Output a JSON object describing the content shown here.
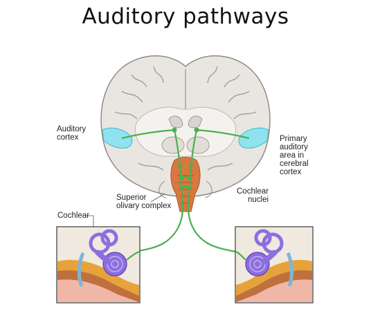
{
  "title": "Auditory pathways",
  "labels": {
    "auditory_cortex": "Auditory\ncortex",
    "primary_area": "Primary\nauditory\narea in\ncerebral\ncortex",
    "superior_olivary": "Superior\nolivary complex",
    "cochlear_nuclei": "Cochlear\nnuclei",
    "cochlear": "Cochlear"
  },
  "colors": {
    "brain_fill": "#e9e6e1",
    "brain_outline": "#8e8a86",
    "auditory_cortex": "#8fe3f0",
    "brainstem": "#d8783f",
    "pathway": "#4caf50",
    "cochlea": "#8c6ee0",
    "ear_canal": "#e8a23c"
  }
}
